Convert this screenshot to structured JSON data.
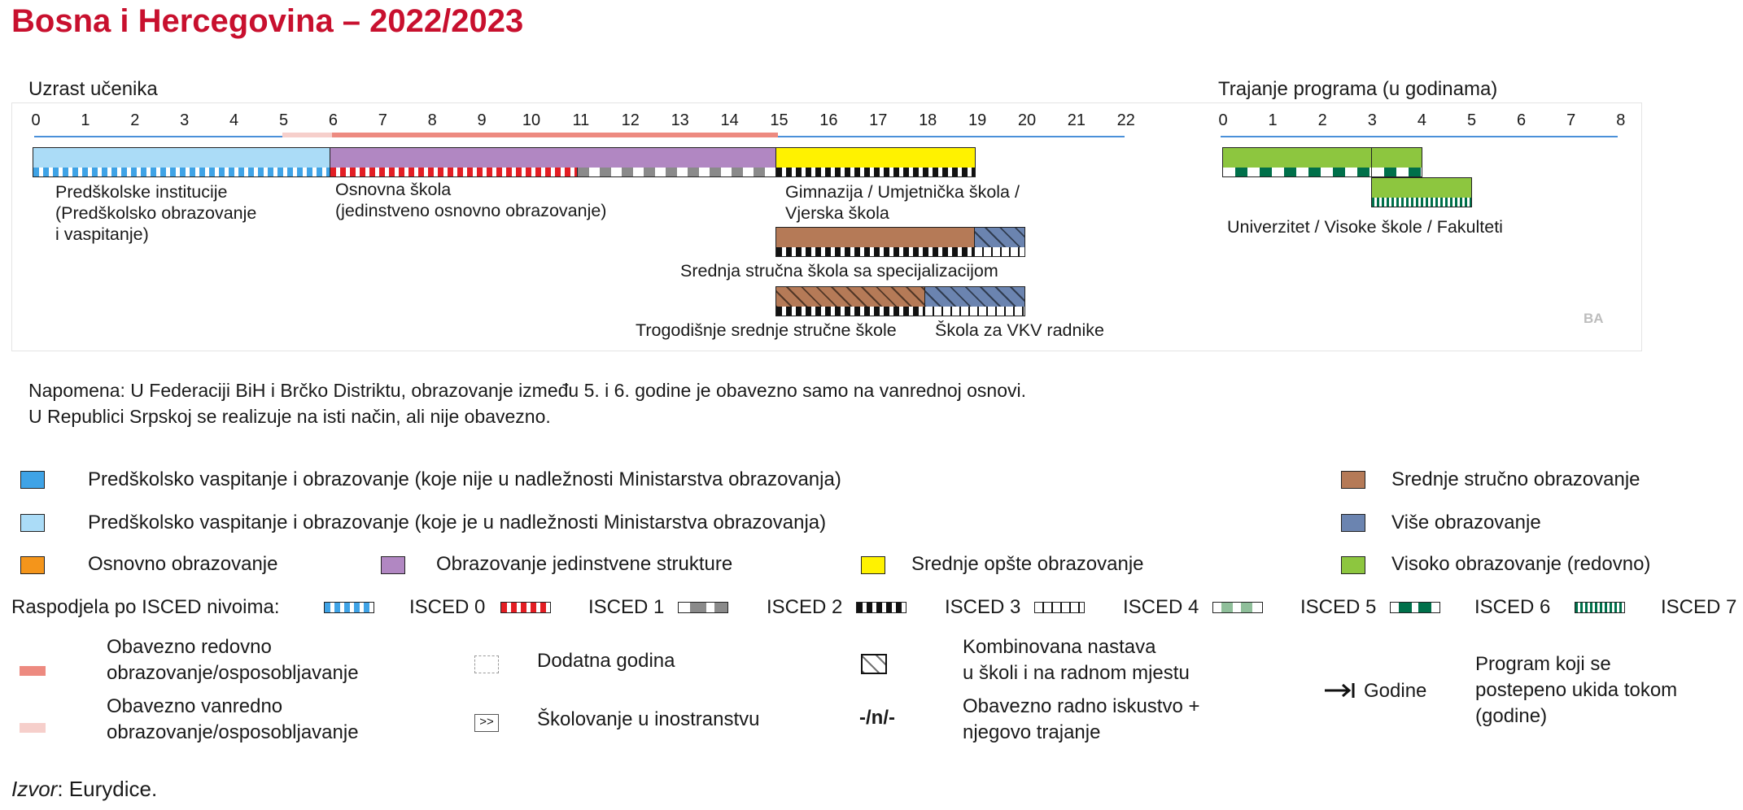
{
  "title": "Bosna i Hercegovina – 2022/2023",
  "age_header": "Uzrast učenika",
  "duration_header": "Trajanje programa (u godinama)",
  "age_ticks": [
    "0",
    "1",
    "2",
    "3",
    "4",
    "5",
    "6",
    "7",
    "8",
    "9",
    "10",
    "11",
    "12",
    "13",
    "14",
    "15",
    "16",
    "17",
    "18",
    "19",
    "20",
    "21",
    "22"
  ],
  "duration_ticks": [
    "0",
    "1",
    "2",
    "3",
    "4",
    "5",
    "6",
    "7",
    "8"
  ],
  "programmes": {
    "preschool": "Predškolske institucije\n(Predškolsko obrazovanje\ni vaspitanje)",
    "primary": "Osnovna škola\n(jedinstveno osnovno obrazovanje)",
    "gymnasium": "Gimnazija / Umjetnička škola /\nVjerska škola",
    "vocational4": "Srednja stručna škola sa specijalizacijom",
    "vocational3": "Trogodišnje srednje stručne škole",
    "vkv": "Škola za VKV radnike",
    "university": "Univerzitet / Visoke škole / Fakulteti"
  },
  "country_code": "BA",
  "note": {
    "line1": "Napomena: U Federaciji BiH i Brčko Distriktu, obrazovanje između 5. i 6. godine je obavezno samo na vanrednoj osnovi.",
    "line2": "U Republici Srpskoj se realizuje na isti način, ali nije obavezno."
  },
  "legend": {
    "ecec_non_ministry": "Predškolsko vaspitanje i obrazovanje (koje nije u nadležnosti Ministarstva obrazovanja)",
    "ecec_ministry": "Predškolsko vaspitanje i obrazovanje (koje je u nadležnosti Ministarstva obrazovanja)",
    "primary": "Osnovno obrazovanje",
    "single_structure": "Obrazovanje jedinstvene strukture",
    "general_secondary": "Srednje opšte obrazovanje",
    "vocational_secondary": "Srednje stručno obrazovanje",
    "post_secondary": "Više obrazovanje",
    "higher": "Visoko obrazovanje (redovno)"
  },
  "isced": {
    "title": "Raspodjela po ISCED nivoima:",
    "levels": [
      "ISCED 0",
      "ISCED 1",
      "ISCED 2",
      "ISCED 3",
      "ISCED 4",
      "ISCED 5",
      "ISCED 6",
      "ISCED 7"
    ]
  },
  "legend2": {
    "compulsory_full": "Obavezno redovno\nobrazovanje/osposobljavanje",
    "compulsory_part": "Obavezno vanredno\nobrazovanje/osposobljavanje",
    "additional_year": "Dodatna godina",
    "study_abroad": "Školovanje u inostranstvu",
    "abroad_symbol": ">>",
    "combined": "Kombinovana nastava\nu školi i na radnom mjestu",
    "work_experience": "Obavezno radno iskustvo +\nnjegovo trajanje",
    "work_symbol": "-/n/-",
    "years": "Godine",
    "phased_out": "Program koji se\npostepeno ukida tokom\n(godine)"
  },
  "source": {
    "label": "Izvor",
    "text": ": Eurydice."
  },
  "colors": {
    "title": "#c8102e",
    "preschool": "#abdcf7",
    "ecec_dark": "#3fa3e6",
    "primary": "#f4951b",
    "single_structure": "#b187c2",
    "general_secondary": "#fff200",
    "vocational": "#b57a57",
    "post_secondary": "#6b84b0",
    "higher": "#8dc63f",
    "compulsory_full": "#ed8a80",
    "compulsory_part": "#f6cfcb"
  }
}
